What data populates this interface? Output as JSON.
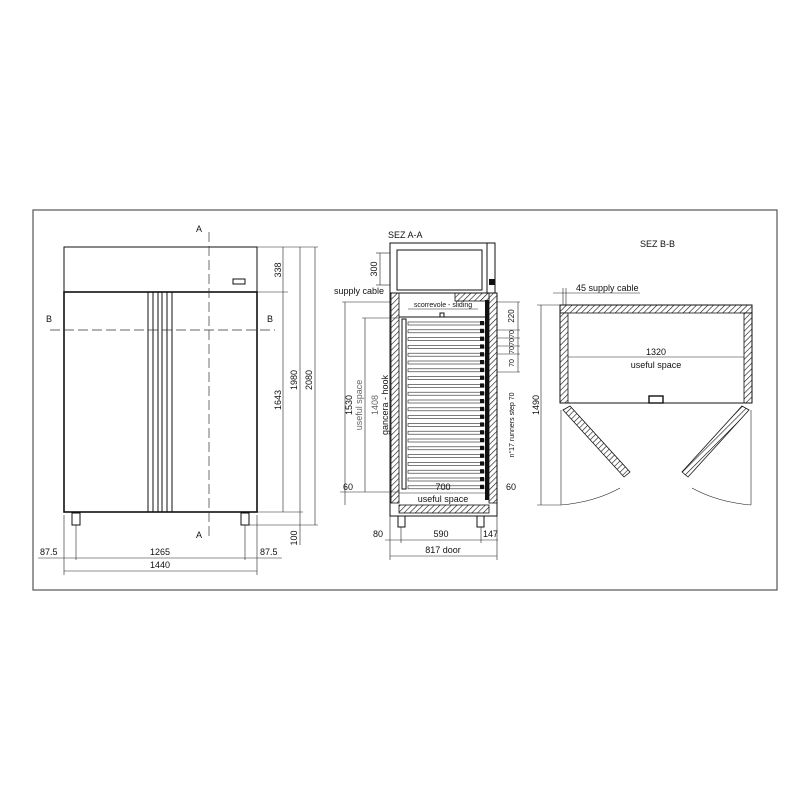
{
  "front_view": {
    "section_a_top": "A",
    "section_a_bottom": "A",
    "section_b_left": "B",
    "section_b_right": "B",
    "dim_top_panel": "338",
    "dim_door_height": "1643",
    "dim_body_height": "1980",
    "dim_total_height": "2080",
    "dim_feet": "100",
    "dim_left_offset": "87.5",
    "dim_feet_span": "1265",
    "dim_right_offset": "87.5",
    "dim_total_width": "1440"
  },
  "section_a": {
    "title": "SEZ A-A",
    "dim_unit_height": "300",
    "supply_cable": "supply cable",
    "sliding": "scorrevole - sliding",
    "dim_top_gap": "220",
    "dim_steps": [
      "70",
      "70",
      "70",
      "70"
    ],
    "runners": "n°17 runners step 70",
    "dim_useful_height": "1530",
    "useful_space_vertical": "useful space",
    "dim_hook": "1408",
    "hook": "gancera - hook",
    "dim_bottom_left": "60",
    "dim_bottom_right": "60",
    "dim_inner_width": "700",
    "useful_space": "useful space",
    "dim_left": "80",
    "dim_feet": "590",
    "dim_right": "147",
    "dim_door": "817 door"
  },
  "section_b": {
    "title": "SEZ B-B",
    "supply_cable": "45 supply cable",
    "dim_width": "1320",
    "useful_space": "useful space",
    "dim_depth": "1490"
  }
}
